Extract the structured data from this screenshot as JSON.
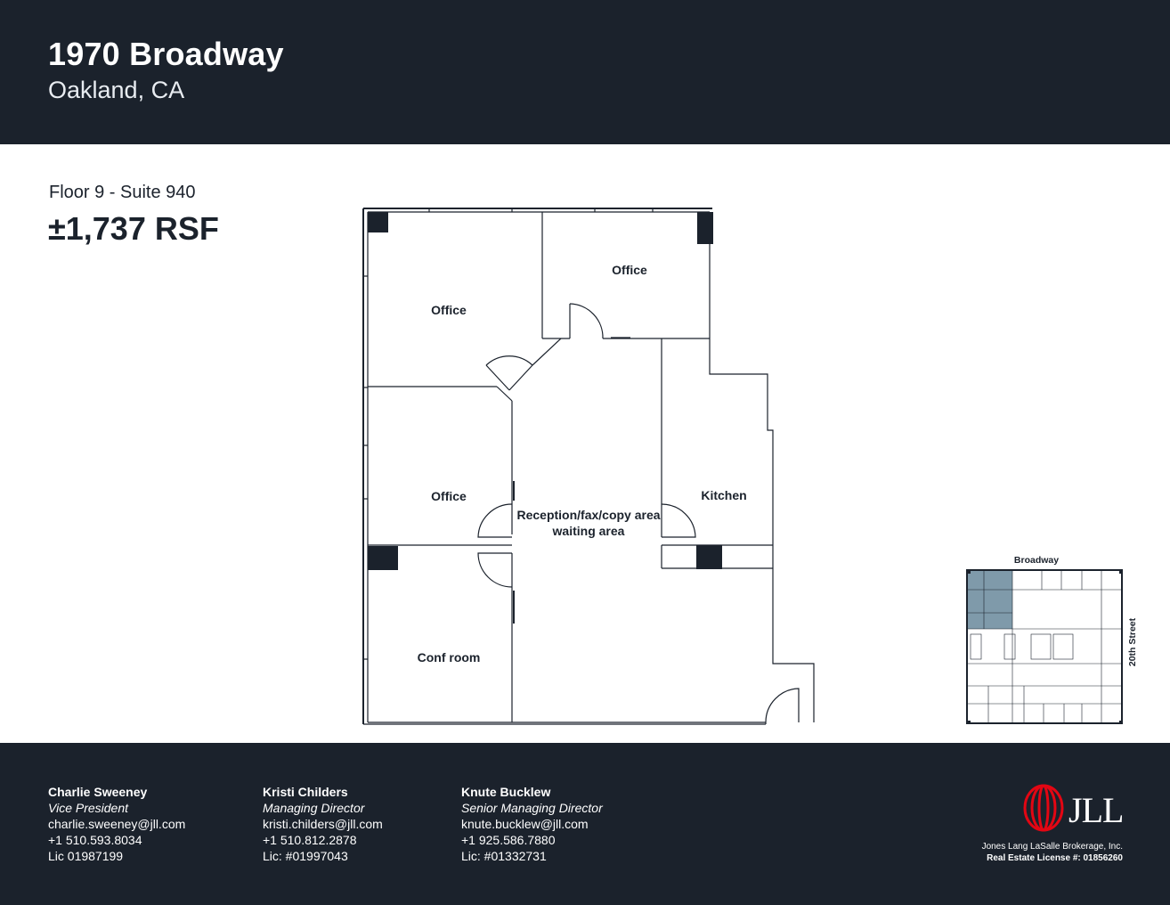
{
  "header": {
    "title": "1970 Broadway",
    "subtitle": "Oakland, CA"
  },
  "suite": {
    "floor_suite": "Floor 9 - Suite 940",
    "area": "±1,737 RSF"
  },
  "rooms": {
    "office_top_left": "Office",
    "office_top_right": "Office",
    "office_middle_left": "Office",
    "kitchen": "Kitchen",
    "reception_line1": "Reception/fax/copy area",
    "reception_line2": "waiting area",
    "conf_room": "Conf room"
  },
  "keymap": {
    "street_top": "Broadway",
    "street_right": "20th Street"
  },
  "contacts": [
    {
      "name": "Charlie Sweeney",
      "role": "Vice President",
      "email": "charlie.sweeney@jll.com",
      "phone": "+1 510.593.8034",
      "license": "Lic 01987199"
    },
    {
      "name": "Kristi Childers",
      "role": "Managing Director",
      "email": "kristi.childers@jll.com",
      "phone": "+1 510.812.2878",
      "license": "Lic: #01997043"
    },
    {
      "name": "Knute Bucklew",
      "role": "Senior Managing Director",
      "email": "knute.bucklew@jll.com",
      "phone": "+1 925.586.7880",
      "license": "Lic: #01332731"
    }
  ],
  "brand": {
    "logo_text": "JLL",
    "brokerage_line1": "Jones Lang LaSalle Brokerage, Inc.",
    "brokerage_line2": "Real Estate License #: 01856260",
    "accent_color": "#e30613",
    "dark_color": "#1b222c",
    "highlight_color": "#7f9aaa"
  }
}
